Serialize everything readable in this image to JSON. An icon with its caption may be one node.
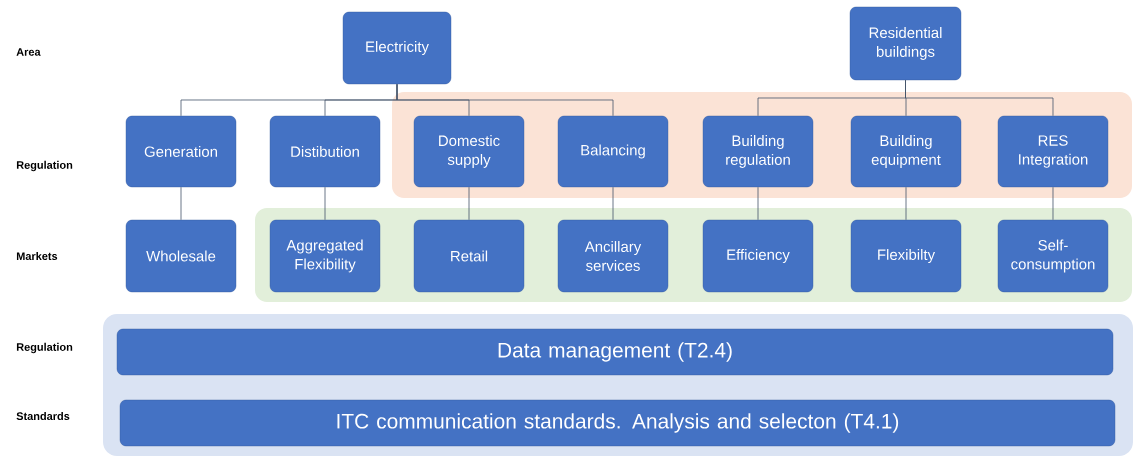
{
  "diagram": {
    "nodes": [
      {
        "text": [
          "Electricity"
        ]
      },
      {
        "text": [
          "Residential buildings"
        ]
      },
      {
        "text": [
          "Generation"
        ]
      },
      {
        "text": [
          "Distibution"
        ]
      },
      {
        "text": [
          "Domestic supply"
        ]
      },
      {
        "text": [
          "Balancing"
        ]
      },
      {
        "text": [
          "Building regulation"
        ]
      },
      {
        "text": [
          "Building equipment"
        ]
      },
      {
        "text": [
          "RES Integration"
        ]
      },
      {
        "text": [
          "Wholesale"
        ]
      },
      {
        "text": [
          "Aggregated Flexibility"
        ]
      },
      {
        "text": [
          "Retail"
        ]
      },
      {
        "text": [
          "Ancillary services"
        ]
      },
      {
        "text": [
          "Efficiency"
        ]
      },
      {
        "text": [
          "Flexibilty"
        ]
      },
      {
        "text": [
          "Self-consumption"
        ]
      },
      {
        "text": [
          "Data management (T2.4)"
        ]
      },
      {
        "text": [
          "ITC communication standards. Analysis and selecton (T4.1)"
        ]
      }
    ],
    "edges": [
      {
        "from": 0,
        "to": 2,
        "arrow": "none"
      },
      {
        "from": 0,
        "to": 3,
        "arrow": "none"
      },
      {
        "from": 0,
        "to": 4,
        "arrow": "none"
      },
      {
        "from": 0,
        "to": 5,
        "arrow": "none"
      },
      {
        "from": 1,
        "to": 6,
        "arrow": "none"
      },
      {
        "from": 1,
        "to": 7,
        "arrow": "none"
      },
      {
        "from": 1,
        "to": 8,
        "arrow": "none"
      },
      {
        "from": 2,
        "to": 9,
        "arrow": "none"
      },
      {
        "from": 3,
        "to": 10,
        "arrow": "none"
      },
      {
        "from": 4,
        "to": 11,
        "arrow": "none"
      },
      {
        "from": 5,
        "to": 12,
        "arrow": "none"
      },
      {
        "from": 6,
        "to": 13,
        "arrow": "none"
      },
      {
        "from": 7,
        "to": 14,
        "arrow": "none"
      },
      {
        "from": 8,
        "to": 15,
        "arrow": "none"
      }
    ],
    "labels": [
      "Area",
      "Regulation",
      "Markets",
      "Regulation",
      "Standards"
    ]
  }
}
